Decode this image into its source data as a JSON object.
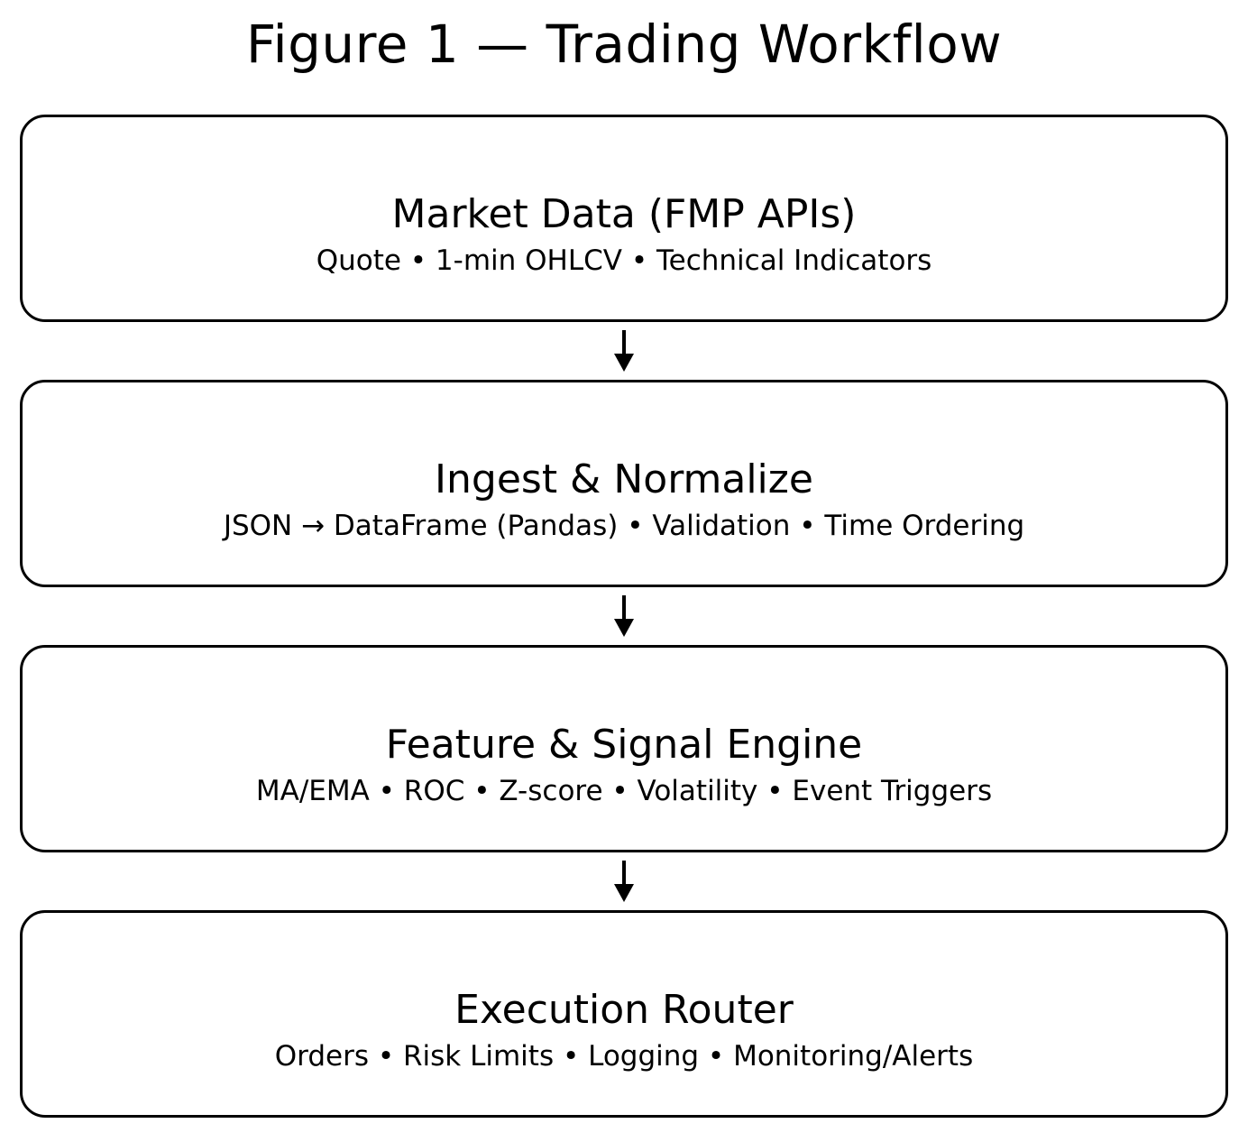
{
  "title": "Figure 1 — Trading Workflow",
  "diagram": {
    "type": "flowchart-vertical",
    "colors": {
      "background": "#ffffff",
      "box_border": "#000000",
      "box_fill": "#ffffff",
      "text": "#000000",
      "arrow": "#000000"
    },
    "boxes": [
      {
        "id": "market-data",
        "title": "Market Data (FMP APIs)",
        "subtitle": "Quote • 1-min OHLCV • Technical Indicators"
      },
      {
        "id": "ingest-normalize",
        "title": "Ingest & Normalize",
        "subtitle": "JSON → DataFrame (Pandas) • Validation • Time Ordering"
      },
      {
        "id": "feature-signal-engine",
        "title": "Feature & Signal Engine",
        "subtitle": "MA/EMA • ROC • Z-score • Volatility • Event Triggers"
      },
      {
        "id": "execution-router",
        "title": "Execution Router",
        "subtitle": "Orders • Risk Limits • Logging • Monitoring/Alerts"
      }
    ],
    "connections": [
      {
        "from": "market-data",
        "to": "ingest-normalize"
      },
      {
        "from": "ingest-normalize",
        "to": "feature-signal-engine"
      },
      {
        "from": "feature-signal-engine",
        "to": "execution-router"
      }
    ]
  }
}
